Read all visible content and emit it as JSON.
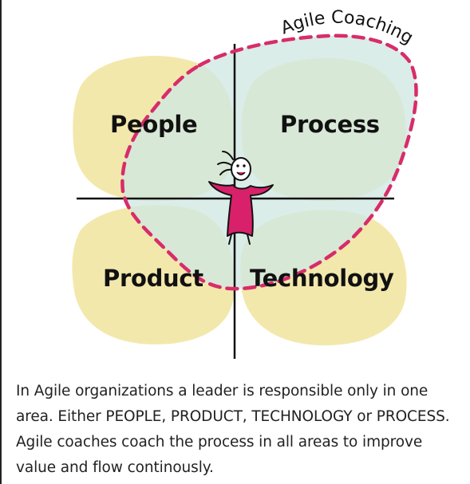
{
  "diagram": {
    "arc_label": "Agile Coaching",
    "quadrants": {
      "people": "People",
      "process": "Process",
      "product": "Product",
      "technology": "Technology"
    },
    "colors": {
      "blob_fill": "#f3e8ac",
      "coaching_fill": "#cfe8e2",
      "dash_stroke": "#d82c6a",
      "figure_fill": "#d8216a",
      "axis_stroke": "#111111"
    }
  },
  "caption": {
    "text": "In Agile organizations a leader is responsible only in one area. Either PEOPLE, PRODUCT, TECHNOLOGY or PROCESS. Agile coaches coach the process in all areas to improve value and flow continously."
  }
}
